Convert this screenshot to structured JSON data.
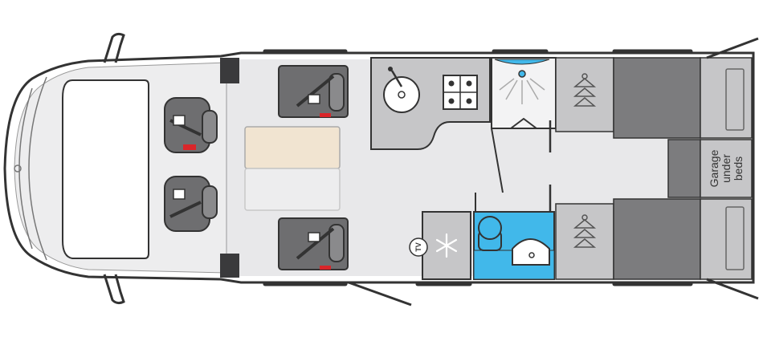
{
  "labels": {
    "tv_left": "TV",
    "tv_right": "TV",
    "garage_line1": "Garage",
    "garage_line2": "under",
    "garage_line3": "beds"
  },
  "icons": {
    "fridge": "snowflake-icon",
    "hob": "hob-icon",
    "sink": "sink-icon",
    "shower": "shower-icon",
    "wardrobe": "hanger-icon",
    "seat": "seatbelt-seat-icon",
    "toilet": "toilet-icon"
  },
  "colors": {
    "floor": "#e8e8ea",
    "furniture": "#c6c6c8",
    "seat": "#6e6e70",
    "bed": "#7c7c7e",
    "table_top": "#f1e4d1",
    "bathroom": "#41b8ea",
    "seatbelt_buckle": "#d9262a",
    "outline": "#333333"
  }
}
